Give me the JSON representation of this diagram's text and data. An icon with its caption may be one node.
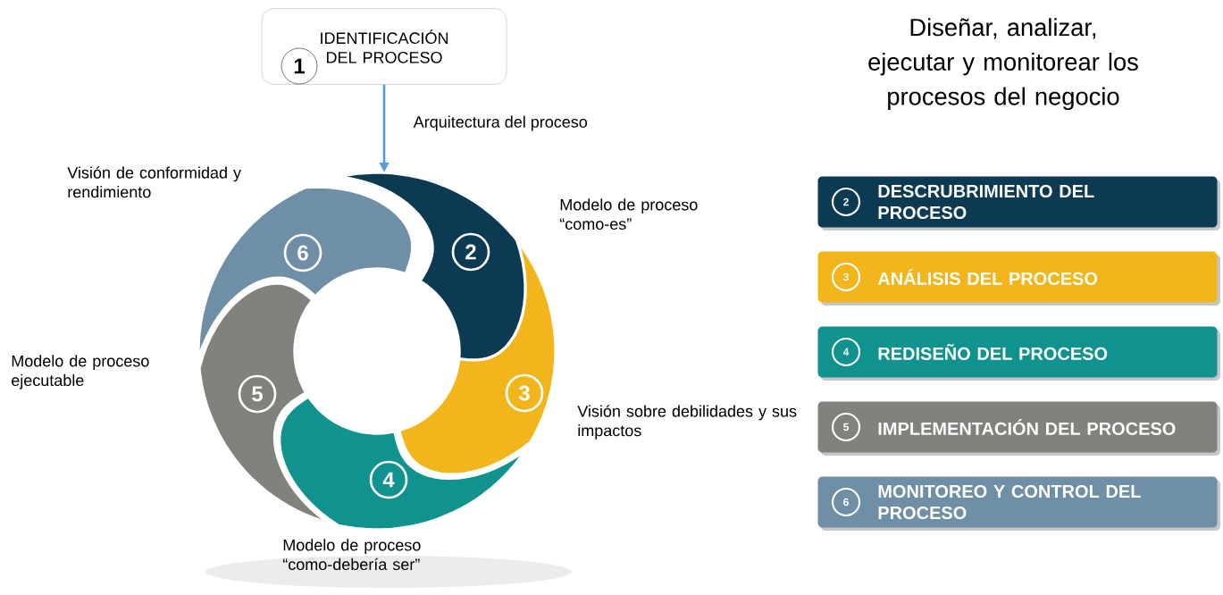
{
  "diagram": {
    "title": "Diseñar, analizar, ejecutar y monitorear los procesos del negocio",
    "nodes": [
      {
        "text": [
          "IDENTIFICACIÓN DEL PROCESO",
          "1"
        ]
      },
      {
        "text": [
          "2"
        ]
      },
      {
        "text": [
          "3"
        ]
      },
      {
        "text": [
          "4"
        ]
      },
      {
        "text": [
          "5"
        ]
      },
      {
        "text": [
          "6"
        ]
      },
      {
        "text": [
          "2",
          "DESCRUBRIMIENTO DEL PROCESO"
        ]
      },
      {
        "text": [
          "3",
          "ANÁLISIS DEL PROCESO"
        ]
      },
      {
        "text": [
          "4",
          "REDISEÑO DEL PROCESO"
        ]
      },
      {
        "text": [
          "5",
          "IMPLEMENTACIÓN DEL PROCESO"
        ]
      },
      {
        "text": [
          "6",
          "MONITOREO Y CONTROL DEL PROCESO"
        ]
      }
    ],
    "edges": [
      {
        "from": 0,
        "to": 1,
        "arrow": "to",
        "label": "Arquitectura del proceso",
        "color": "#5b9bd5"
      }
    ],
    "labels": [
      "Visión de conformidad y rendimiento",
      "Modelo de proceso “como-es”",
      "Modelo de proceso ejecutable",
      "Visión sobre debilidades y sus impactos",
      "Modelo de proceso “como-debería ser”"
    ]
  }
}
